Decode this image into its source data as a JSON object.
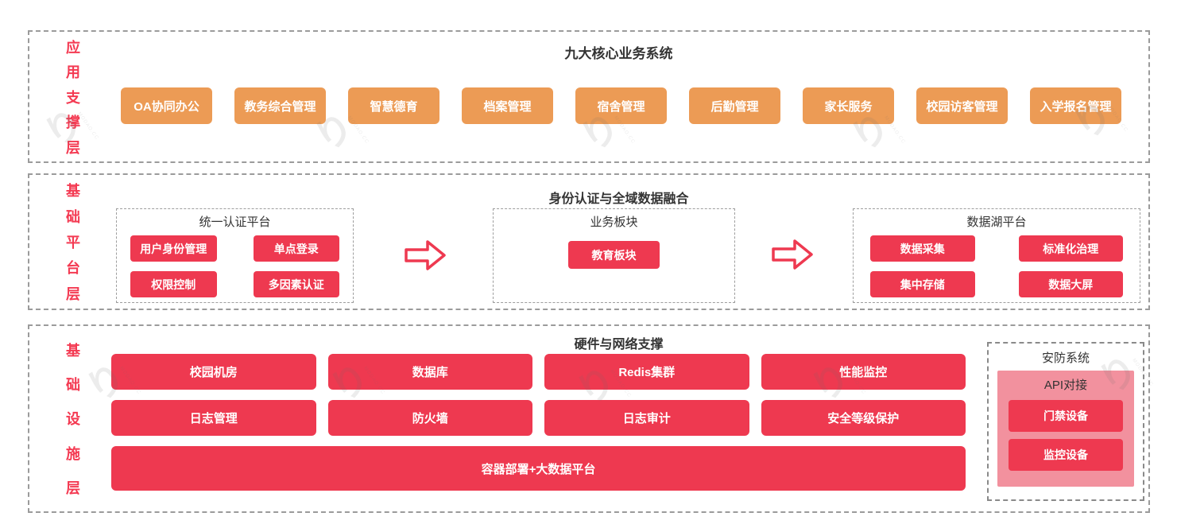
{
  "diagram": {
    "layer1": {
      "label": "应用支撑层",
      "title": "九大核心业务系统",
      "nodes": [
        "OA协同办公",
        "教务综合管理",
        "智慧德育",
        "档案管理",
        "宿舍管理",
        "后勤管理",
        "家长服务",
        "校园访客管理",
        "入学报名管理"
      ]
    },
    "layer2": {
      "label": "基础平台层",
      "title": "身份认证与全域数据融合",
      "groups": {
        "auth": {
          "title": "统一认证平台",
          "nodes": [
            "用户身份管理",
            "单点登录",
            "权限控制",
            "多因素认证"
          ]
        },
        "biz": {
          "title": "业务板块",
          "nodes": [
            "教育板块"
          ]
        },
        "lake": {
          "title": "数据湖平台",
          "nodes": [
            "数据采集",
            "标准化治理",
            "集中存储",
            "数据大屏"
          ]
        }
      }
    },
    "layer3": {
      "label": "基础设施层",
      "title": "硬件与网络支撑",
      "nodes": [
        "校园机房",
        "数据库",
        "Redis集群",
        "性能监控",
        "日志管理",
        "防火墙",
        "日志审计",
        "安全等级保护"
      ],
      "wide_node": "容器部署+大数据平台",
      "security": {
        "title": "安防系统",
        "panel_title": "API对接",
        "nodes": [
          "门禁设备",
          "监控设备"
        ]
      }
    },
    "watermark": {
      "glyph": "り",
      "text": "MODAO.CC"
    },
    "colors": {
      "orange_node": "#ec9b55",
      "red_node": "#ee3950",
      "label_red": "#f43a52",
      "pink_panel": "#f2919e",
      "border_gray": "#9b9b9b",
      "title_text": "#333333"
    }
  }
}
